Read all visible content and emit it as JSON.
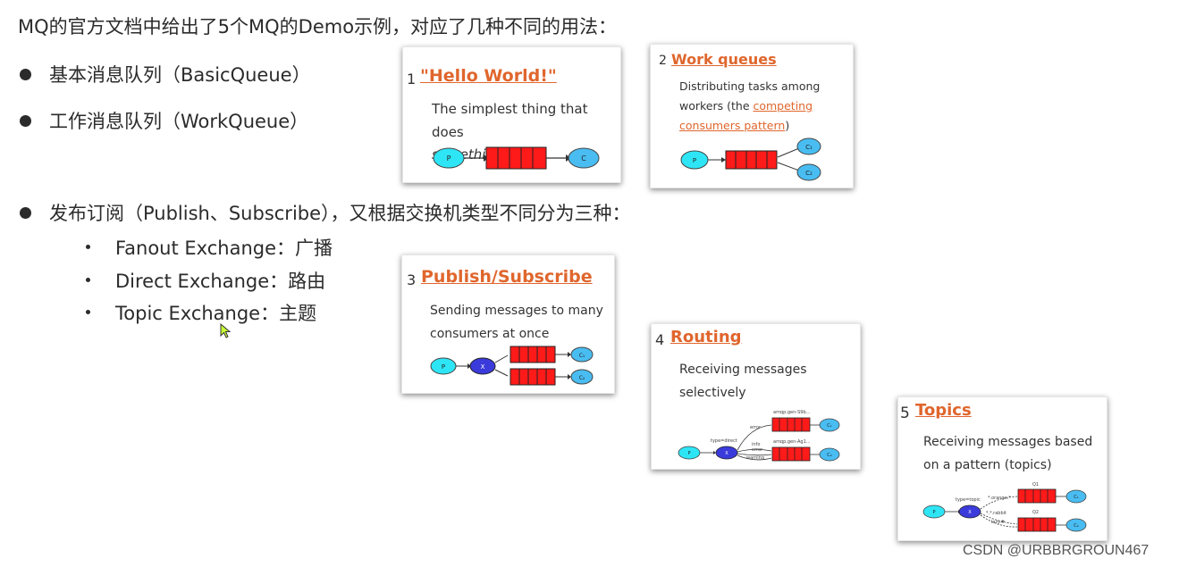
{
  "heading": "MQ的官方文档中给出了5个MQ的Demo示例，对应了几种不同的用法：",
  "bullets": [
    "基本消息队列（BasicQueue）",
    "工作消息队列（WorkQueue）",
    "发布订阅（Publish、Subscribe），又根据交换机类型不同分为三种："
  ],
  "exchange_types": [
    "Fanout Exchange：广播",
    "Direct Exchange：路由",
    "Topic Exchange：主题"
  ],
  "cards": [
    {
      "num": "1",
      "title": "\"Hello World!\"",
      "desc_line1": "The simplest thing that does",
      "desc_line2": "something",
      "labels": {
        "producer": "P",
        "consumer": "C"
      }
    },
    {
      "num": "2",
      "title": "Work queues",
      "desc_line1": "Distributing tasks among",
      "desc_line2_prefix": "workers (the ",
      "desc_link1": "competing",
      "desc_link2": "consumers pattern",
      "desc_suffix": ")",
      "labels": {
        "producer": "P",
        "c1": "C₁",
        "c2": "C₂"
      }
    },
    {
      "num": "3",
      "title": "Publish/Subscribe",
      "desc_line1": "Sending messages to many",
      "desc_line2": "consumers at once",
      "labels": {
        "producer": "P",
        "exchange": "X",
        "c1": "C₁",
        "c2": "C₂"
      }
    },
    {
      "num": "4",
      "title": "Routing",
      "desc_line1": "Receiving messages",
      "desc_line2": "selectively",
      "labels": {
        "producer": "P",
        "exchange": "X",
        "c1": "C₁",
        "c2": "C₂",
        "type": "type=direct",
        "k_error": "error",
        "k_info": "info",
        "k_error2": "error",
        "k_warning": "warning",
        "q1": "amqp.gen-S9b...",
        "q2": "amqp.gen-Ag1..."
      }
    },
    {
      "num": "5",
      "title": "Topics",
      "desc_line1": "Receiving messages based",
      "desc_line2": "on a pattern (topics)",
      "labels": {
        "producer": "P",
        "exchange": "X",
        "c1": "C₁",
        "c2": "C₂",
        "type": "type=topic",
        "k1": "*.orange.*",
        "k2": "*.*.rabbit",
        "k3": "lazy.#",
        "q1": "Q1",
        "q2": "Q2"
      }
    }
  ],
  "colors": {
    "title": "#e0662d",
    "queue": "#ff1a1a",
    "producer": "#2ee5f5",
    "exchange": "#3b3bdc",
    "consumer": "#49bdf2"
  },
  "watermark": "CSDN @URBBRGROUN467"
}
